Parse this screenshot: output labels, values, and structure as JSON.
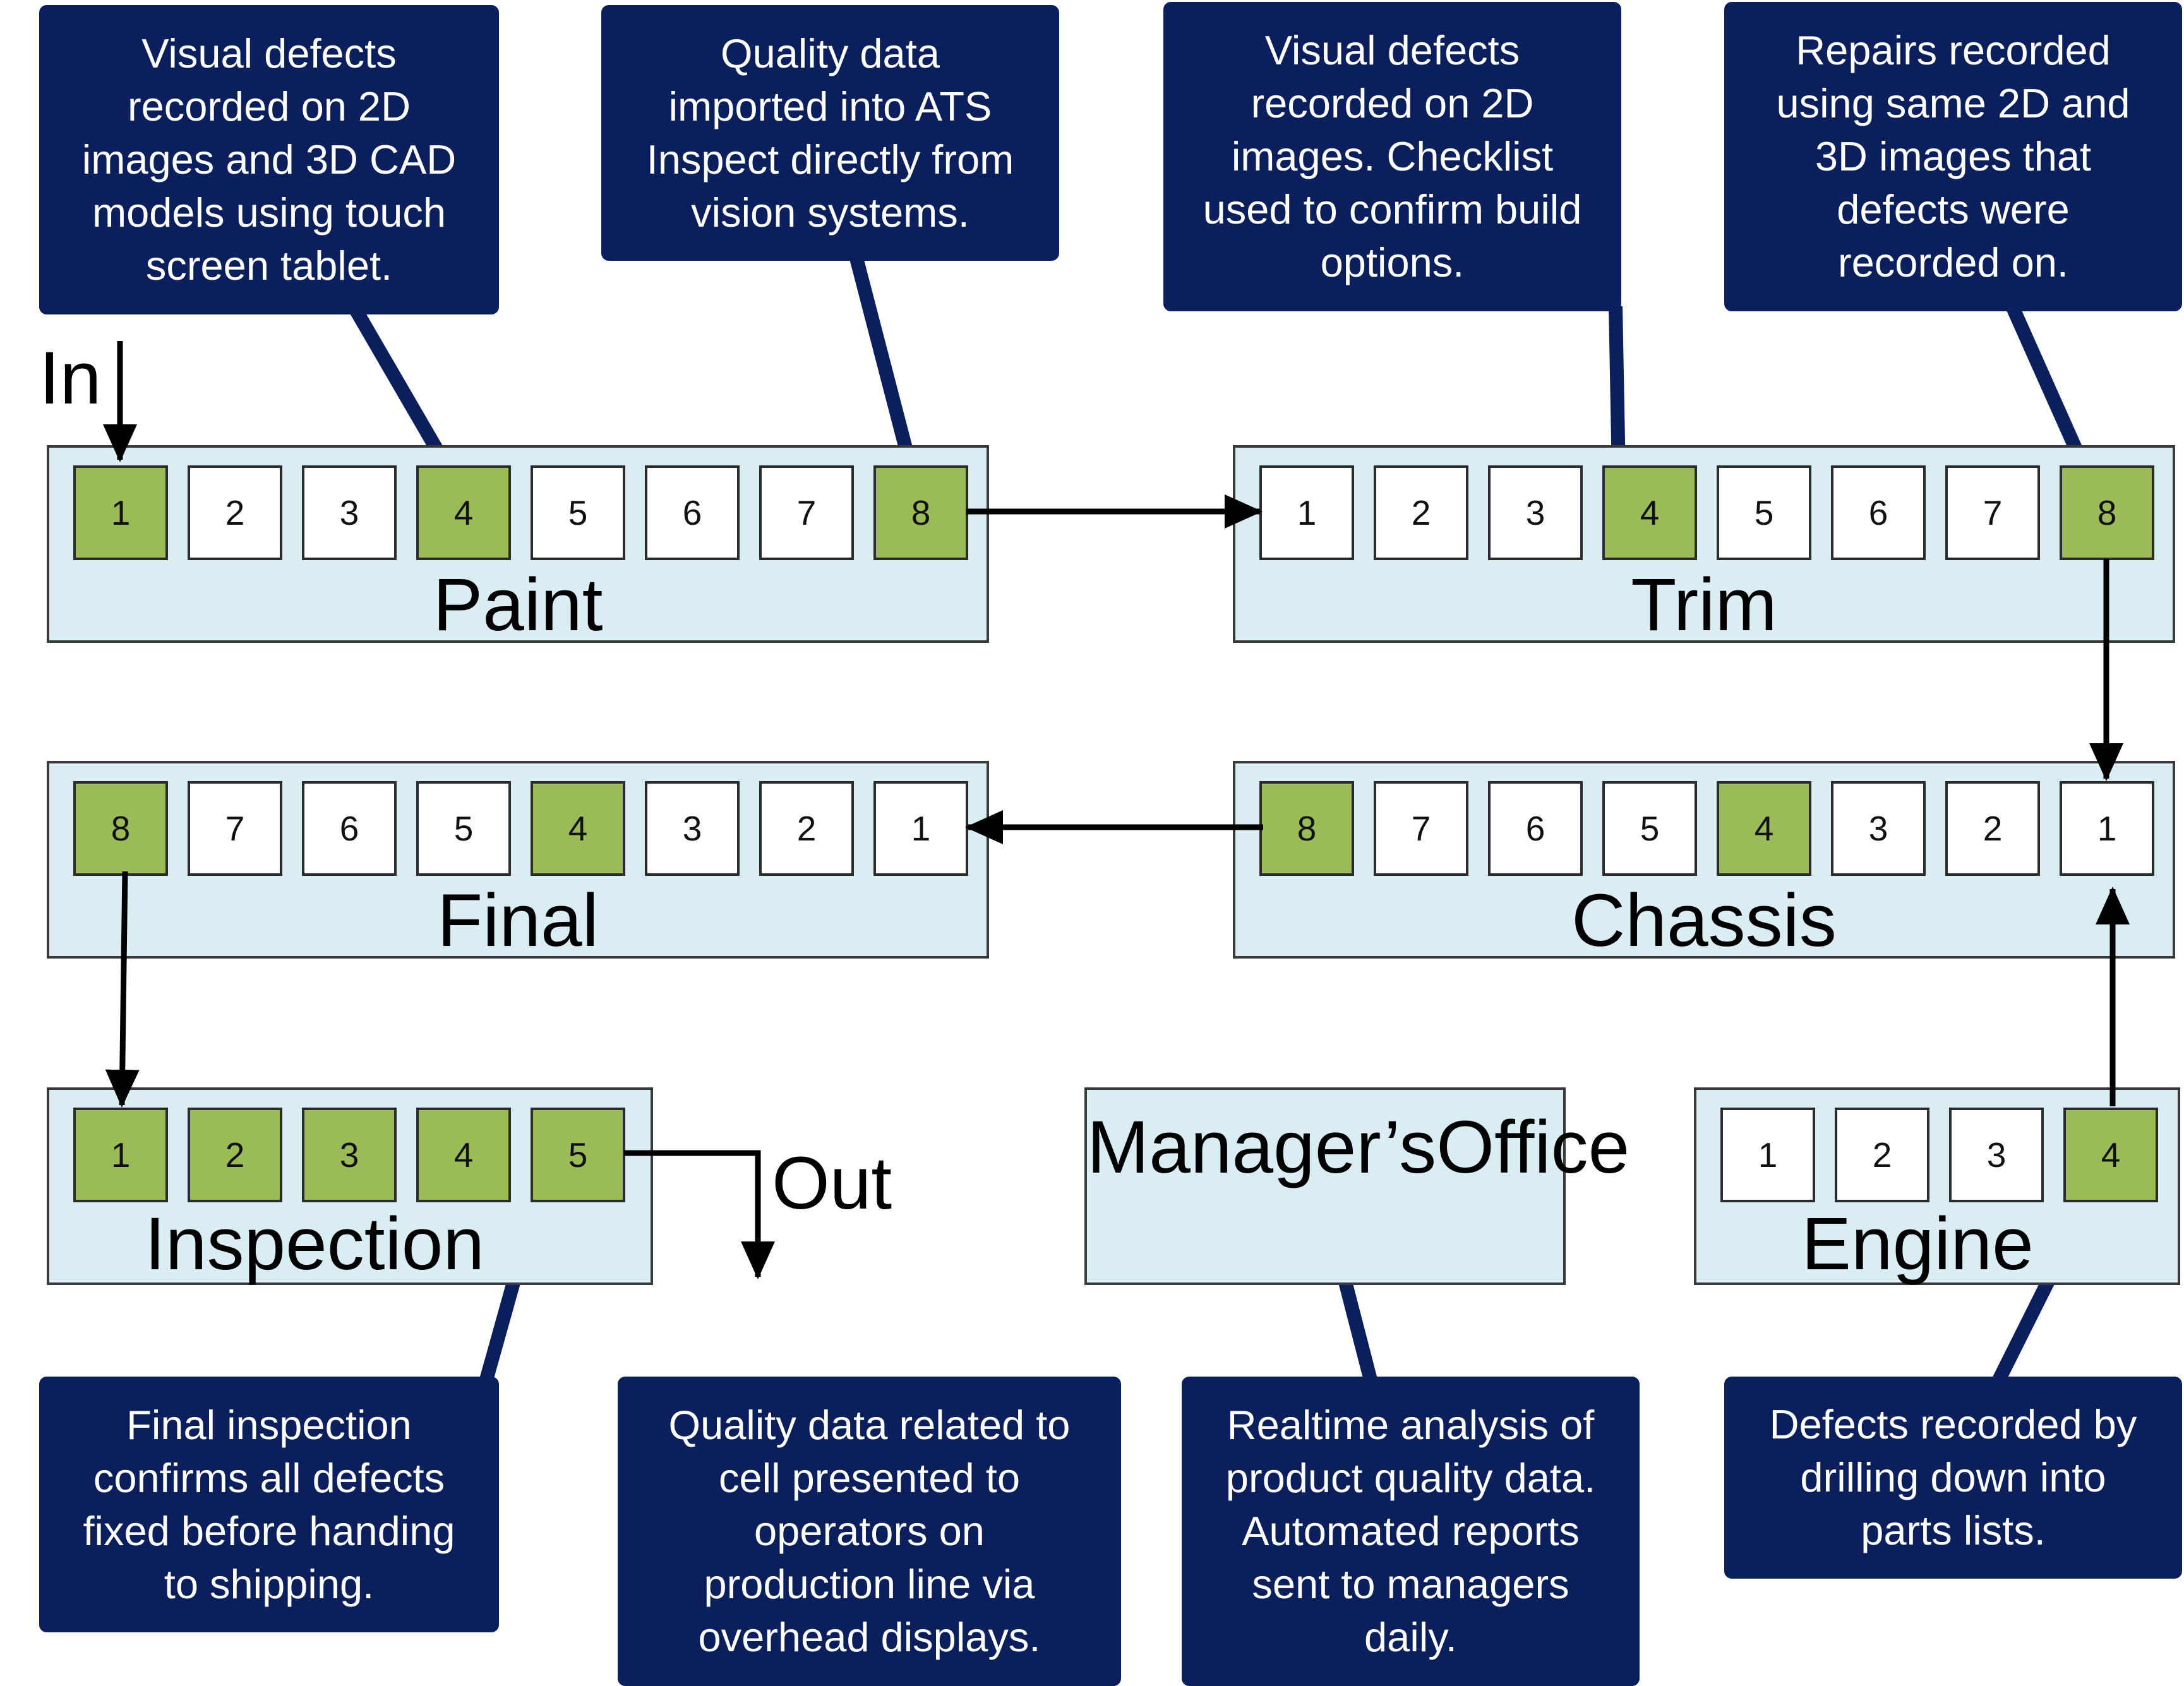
{
  "flow_labels": {
    "in": "In",
    "out": "Out"
  },
  "colors": {
    "callout": "#0a1f5c",
    "section": "#daedf3",
    "highlight": "#9bbb59",
    "line": "#000000"
  },
  "sections": {
    "paint": {
      "label": "Paint",
      "cells": [
        "1",
        "2",
        "3",
        "4",
        "5",
        "6",
        "7",
        "8"
      ],
      "highlighted": [
        "1",
        "4",
        "8"
      ]
    },
    "trim": {
      "label": "Trim",
      "cells": [
        "1",
        "2",
        "3",
        "4",
        "5",
        "6",
        "7",
        "8"
      ],
      "highlighted": [
        "4",
        "8"
      ]
    },
    "final": {
      "label": "Final",
      "cells": [
        "8",
        "7",
        "6",
        "5",
        "4",
        "3",
        "2",
        "1"
      ],
      "highlighted": [
        "8",
        "4"
      ]
    },
    "chassis": {
      "label": "Chassis",
      "cells": [
        "8",
        "7",
        "6",
        "5",
        "4",
        "3",
        "2",
        "1"
      ],
      "highlighted": [
        "8",
        "4"
      ]
    },
    "inspection": {
      "label": "Inspection",
      "cells": [
        "1",
        "2",
        "3",
        "4",
        "5"
      ],
      "highlighted": [
        "1",
        "2",
        "3",
        "4",
        "5"
      ]
    },
    "engine": {
      "label": "Engine",
      "cells": [
        "1",
        "2",
        "3",
        "4"
      ],
      "highlighted": [
        "4"
      ]
    }
  },
  "office": {
    "lines": [
      "Manager’s",
      "Office"
    ]
  },
  "callouts": {
    "paint_visual": [
      "Visual defects",
      "recorded on 2D",
      "images and 3D CAD",
      "models using touch",
      "screen tablet."
    ],
    "paint_quality": [
      "Quality data",
      "imported into ATS",
      "Inspect directly from",
      "vision systems."
    ],
    "trim_visual": [
      "Visual defects",
      "recorded on 2D",
      "images. Checklist",
      "used to confirm build",
      "options."
    ],
    "trim_repairs": [
      "Repairs recorded",
      "using same 2D and",
      "3D images that",
      "defects were",
      "recorded on."
    ],
    "final_inspection": [
      "Final inspection",
      "confirms all defects",
      "fixed before handing",
      "to shipping."
    ],
    "line_displays": [
      "Quality data related to",
      "cell presented to",
      "operators on",
      "production line via",
      "overhead displays."
    ],
    "realtime": [
      "Realtime analysis of",
      "product quality data.",
      "Automated reports",
      "sent to managers",
      "daily."
    ],
    "engine_defects": [
      "Defects recorded by",
      "drilling down into",
      "parts lists."
    ]
  }
}
